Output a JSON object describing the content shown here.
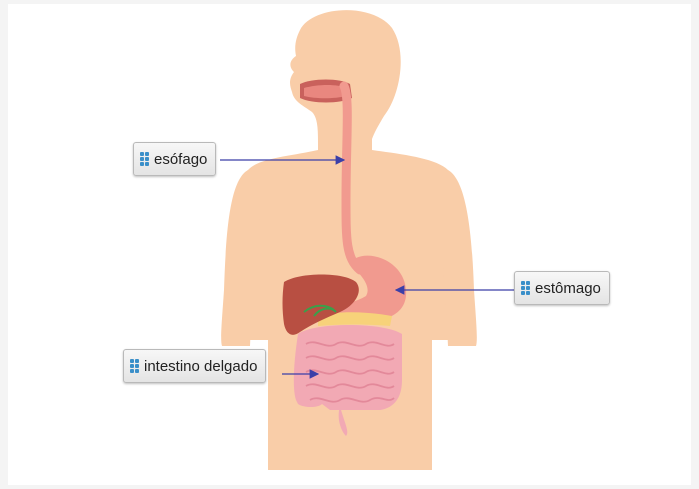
{
  "labels": [
    {
      "id": "esofago",
      "text": "esófago",
      "icon": "drag-handle-icon"
    },
    {
      "id": "estomago",
      "text": "estômago",
      "icon": "drag-handle-icon"
    },
    {
      "id": "intestino",
      "text": "intestino delgado",
      "icon": "drag-handle-icon"
    }
  ],
  "colors": {
    "skin": "#f9cda8",
    "organ": "#f19a8f",
    "liver": "#b84f42",
    "intestine": "#f2a9b4",
    "arrow": "#3b3fa8",
    "grip": "#3a8fc9"
  }
}
